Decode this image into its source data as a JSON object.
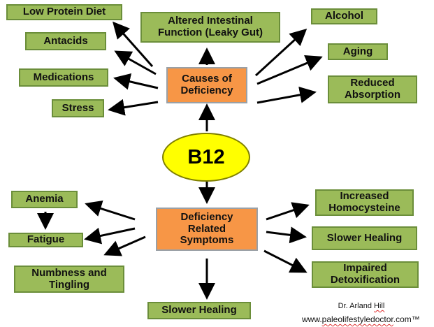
{
  "center": {
    "label": "B12"
  },
  "causes": {
    "hub": "Causes of\nDeficiency",
    "items": [
      {
        "key": "low-protein",
        "label": "Low Protein Diet"
      },
      {
        "key": "leaky-gut",
        "label": "Altered Intestinal\nFunction (Leaky Gut)"
      },
      {
        "key": "alcohol",
        "label": "Alcohol"
      },
      {
        "key": "antacids",
        "label": "Antacids"
      },
      {
        "key": "aging",
        "label": "Aging"
      },
      {
        "key": "medications",
        "label": "Medications"
      },
      {
        "key": "reduced-absorption",
        "label": "Reduced\nAbsorption"
      },
      {
        "key": "stress",
        "label": "Stress"
      }
    ]
  },
  "symptoms": {
    "hub": "Deficiency\nRelated\nSymptoms",
    "items": [
      {
        "key": "anemia",
        "label": "Anemia"
      },
      {
        "key": "fatigue",
        "label": "Fatigue"
      },
      {
        "key": "numbness",
        "label": "Numbness and\nTingling"
      },
      {
        "key": "homocysteine",
        "label": "Increased\nHomocysteine"
      },
      {
        "key": "slower-healing-right",
        "label": "Slower Healing"
      },
      {
        "key": "detox",
        "label": "Impaired\nDetoxification"
      },
      {
        "key": "slower-healing-bottom",
        "label": "Slower Healing"
      }
    ]
  },
  "credit": {
    "author_first": "Dr. Arland",
    "author_last": "Hill",
    "site_prefix": "www.",
    "site_domain": "paleolifestyledoctor",
    "site_suffix": ".com™"
  },
  "colors": {
    "green_box": "#9bbb59",
    "orange_box": "#f79646",
    "center": "#ffff00",
    "arrow": "#000000"
  }
}
